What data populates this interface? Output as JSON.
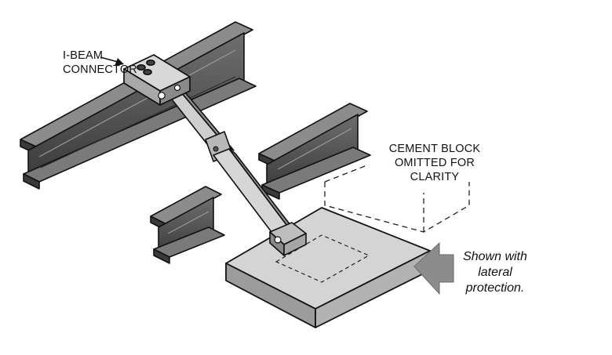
{
  "labels": {
    "connector_line1": "I-BEAM",
    "connector_line2": "CONNECTOR",
    "cement_line1": "CEMENT BLOCK",
    "cement_line2": "OMITTED FOR",
    "cement_line3": "CLARITY"
  },
  "caption": {
    "line1": "Shown with",
    "line2": "lateral",
    "line3": "protection."
  },
  "colors": {
    "beam_dark": "#4a4a4a",
    "beam_mid": "#8a8a8a",
    "beam_light": "#bdbdbd",
    "pad_top": "#d0d0d0",
    "pad_side": "#9a9a9a",
    "strut": "#c8c8c8",
    "arrow": "#8c8c8c"
  }
}
